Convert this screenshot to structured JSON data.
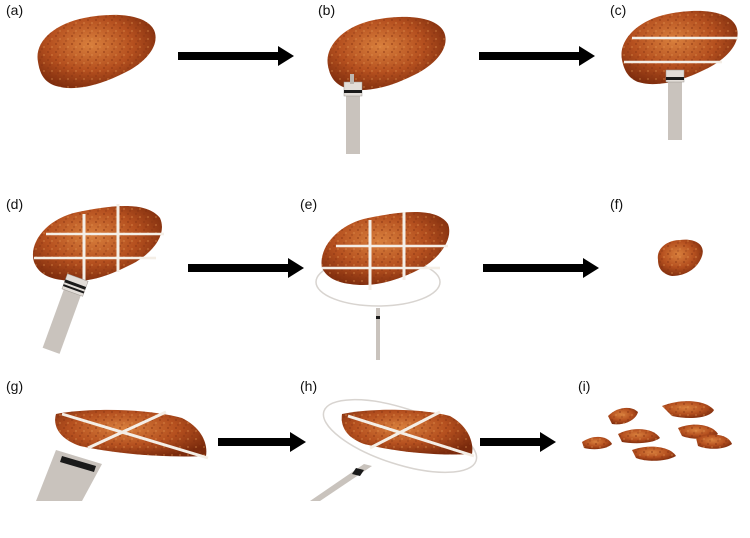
{
  "panels": [
    {
      "id": "a",
      "label": "(a)"
    },
    {
      "id": "b",
      "label": "(b)"
    },
    {
      "id": "c",
      "label": "(c)"
    },
    {
      "id": "d",
      "label": "(d)"
    },
    {
      "id": "e",
      "label": "(e)"
    },
    {
      "id": "f",
      "label": "(f)"
    },
    {
      "id": "g",
      "label": "(g)"
    },
    {
      "id": "h",
      "label": "(h)"
    },
    {
      "id": "i",
      "label": "(i)"
    }
  ],
  "colors": {
    "tissue_dark": "#7a2a0c",
    "tissue_mid": "#b5501f",
    "tissue_light": "#d9803d",
    "cut_line": "#f4eee6",
    "blade": "#c9c3bd",
    "blade_band": "#1a1a1a",
    "arrow": "#000000",
    "ring": "#d8d4d0"
  }
}
